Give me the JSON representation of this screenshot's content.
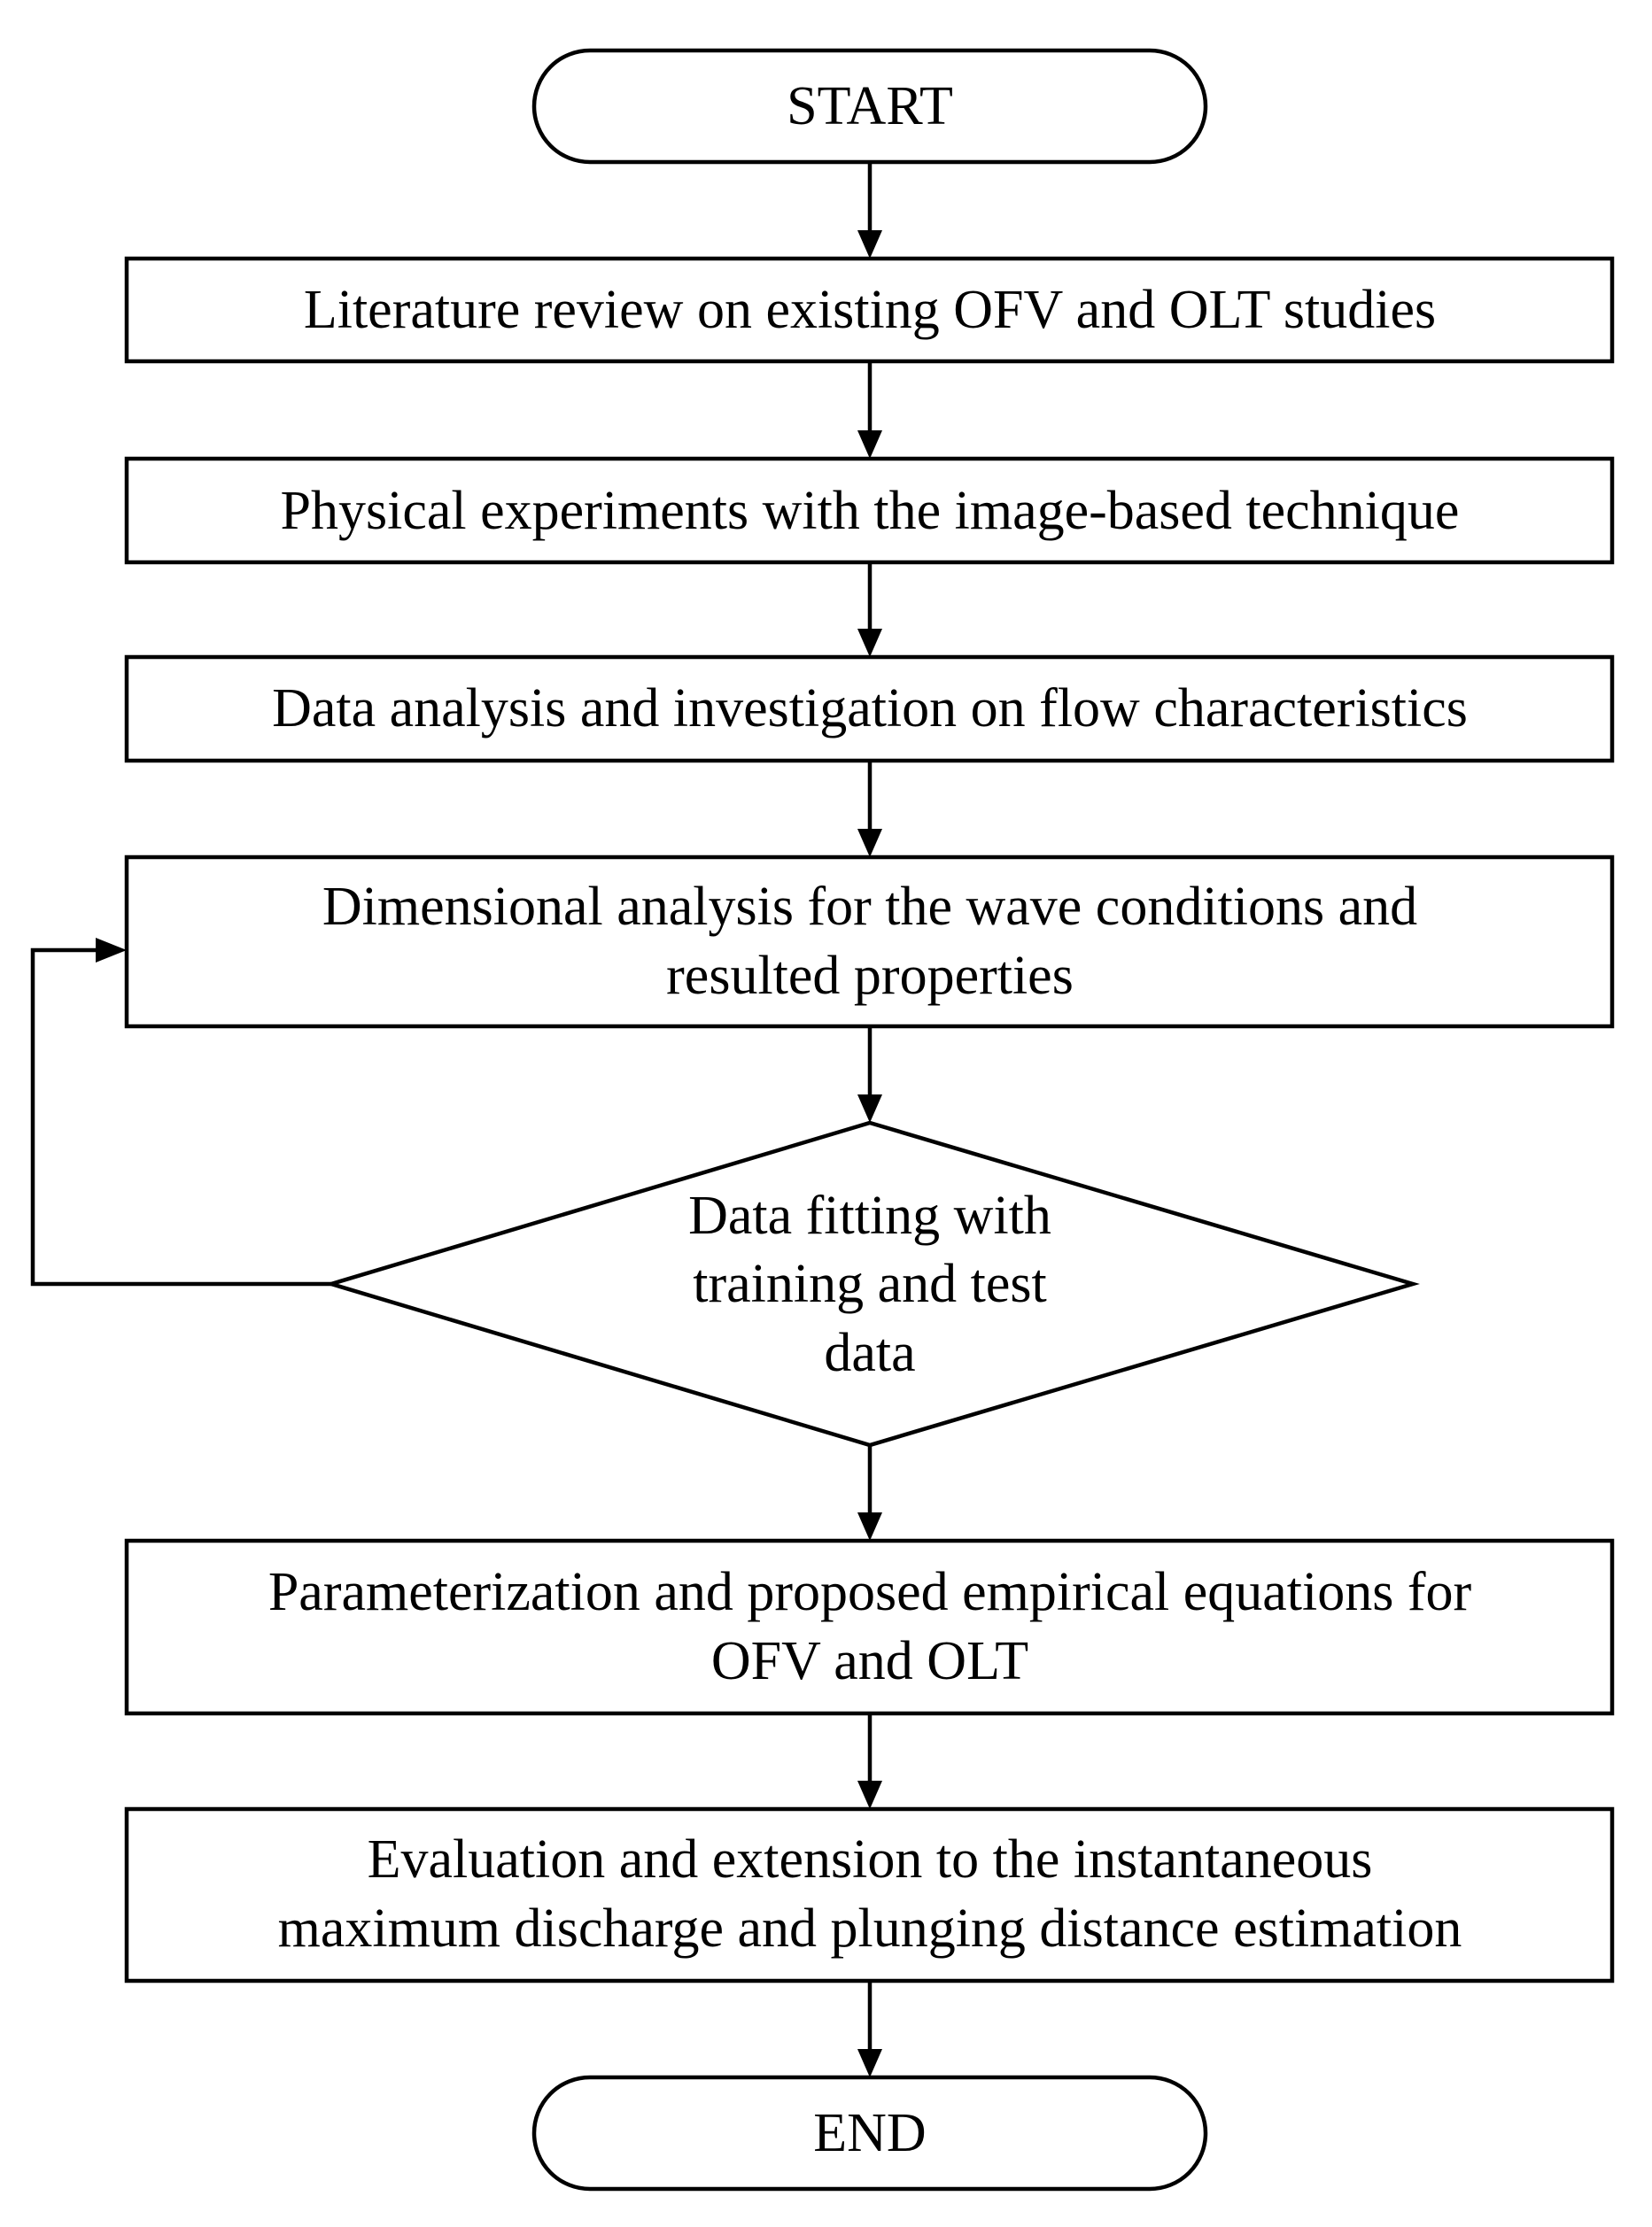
{
  "start_label": "START",
  "end_label": "END",
  "steps": [
    {
      "lines": [
        "Literature review on existing OFV and OLT studies"
      ]
    },
    {
      "lines": [
        "Physical experiments with the image-based technique"
      ]
    },
    {
      "lines": [
        "Data analysis and investigation on flow characteristics"
      ]
    },
    {
      "lines": [
        "Dimensional analysis for the wave conditions and",
        "resulted properties"
      ]
    }
  ],
  "decision": {
    "lines": [
      "Data fitting with",
      "training and test",
      "data"
    ]
  },
  "steps_after": [
    {
      "lines": [
        "Parameterization and proposed empirical equations for",
        "OFV and OLT"
      ]
    },
    {
      "lines": [
        "Evaluation and extension to the instantaneous",
        "maximum discharge and plunging distance estimation"
      ]
    }
  ],
  "colors": {
    "stroke": "#000000",
    "fill": "#ffffff"
  }
}
